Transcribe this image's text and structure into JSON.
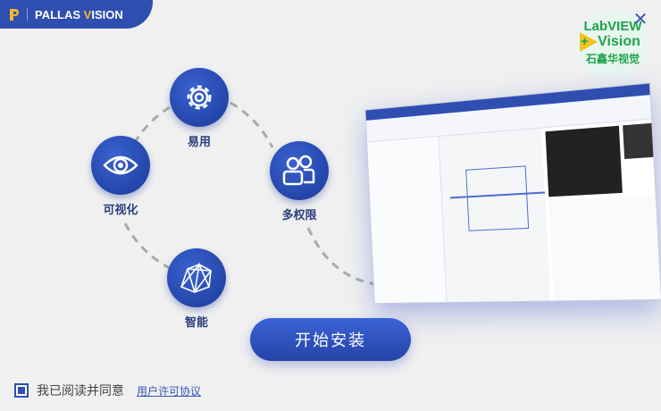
{
  "brand": {
    "logo_text": "PALLAS VISION",
    "part1": "PALLAS ",
    "part2": "V",
    "part3": "ISION"
  },
  "badge": {
    "line1": "LabVIEW",
    "line2": "Vision",
    "line3": "石鑫华视觉"
  },
  "features": [
    {
      "label": "易用",
      "icon": "gear-icon"
    },
    {
      "label": "可视化",
      "icon": "eye-icon"
    },
    {
      "label": "多权限",
      "icon": "users-icon"
    },
    {
      "label": "智能",
      "icon": "network-icon"
    }
  ],
  "install_button": "开始安装",
  "agreement": {
    "checked": true,
    "text": "我已阅读并同意",
    "link": "用户许可协议"
  },
  "colors": {
    "primary": "#2f4fb0",
    "accent": "#f5b92a",
    "badge_green": "#1fa34a"
  }
}
